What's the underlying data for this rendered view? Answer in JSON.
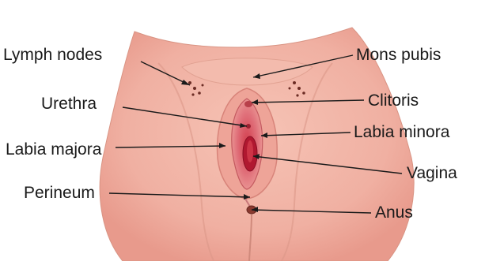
{
  "labels": {
    "lymph_nodes": "Lymph nodes",
    "mons_pubis": "Mons pubis",
    "urethra": "Urethra",
    "clitoris": "Clitoris",
    "labia_minora": "Labia minora",
    "labia_majora": "Labia majora",
    "vagina": "Vagina",
    "perineum": "Perineum",
    "anus": "Anus"
  },
  "colors": {
    "skin": "#f2b4a6",
    "skin_dark": "#d9887a",
    "tissue": "#e06a6f",
    "opening": "#c0203a",
    "leader_line": "#1a1a1a"
  }
}
